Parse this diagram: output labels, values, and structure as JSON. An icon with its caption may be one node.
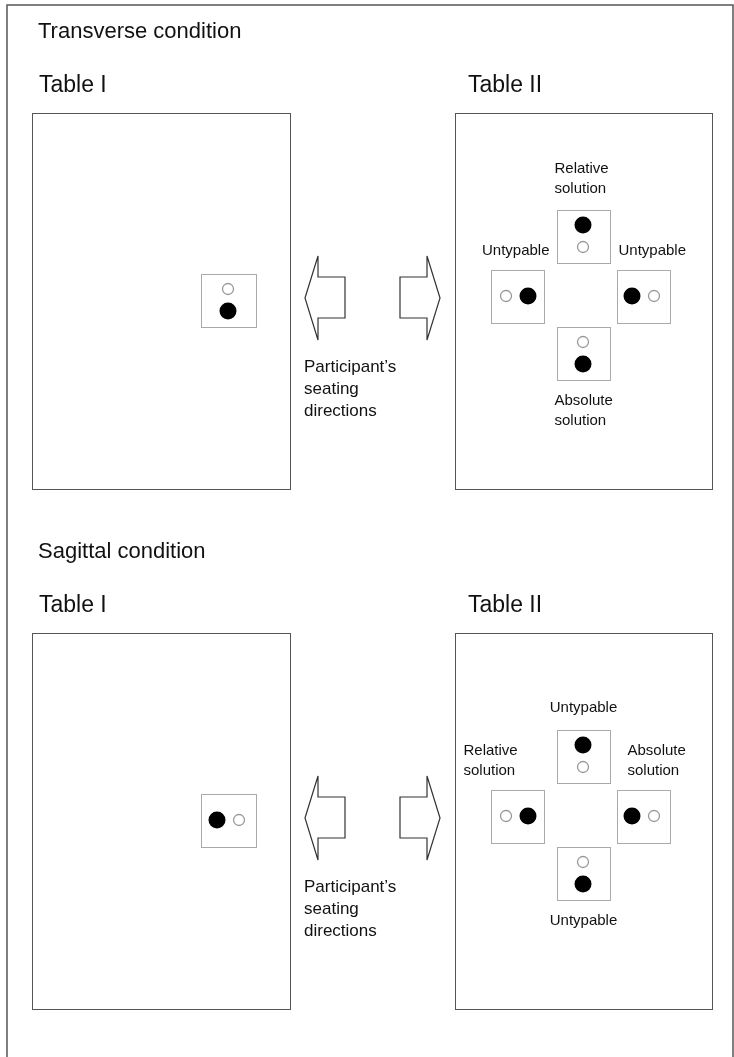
{
  "diagram": {
    "nodes": [
      {
        "text": [
          "Table I"
        ]
      },
      {
        "text": [
          "Table II"
        ]
      },
      {
        "text": [],
        "shape": "box",
        "in": 0
      },
      {
        "text": [],
        "shape": "box",
        "in": 1,
        "beside": [
          "Relative solution"
        ]
      },
      {
        "text": [],
        "shape": "box",
        "in": 1,
        "beside": [
          "Untypable"
        ]
      },
      {
        "text": [],
        "shape": "box",
        "in": 1,
        "beside": [
          "Untypable"
        ]
      },
      {
        "text": [],
        "shape": "box",
        "in": 1,
        "beside": [
          "Absolute solution"
        ]
      },
      {
        "text": [
          "Table I"
        ]
      },
      {
        "text": [
          "Table II"
        ]
      },
      {
        "text": [],
        "shape": "box",
        "in": 7
      },
      {
        "text": [],
        "shape": "box",
        "in": 8,
        "beside": [
          "Untypable"
        ]
      },
      {
        "text": [],
        "shape": "box",
        "in": 8,
        "beside": [
          "Relative solution"
        ]
      },
      {
        "text": [],
        "shape": "box",
        "in": 8,
        "beside": [
          "Absolute solution"
        ]
      },
      {
        "text": [],
        "shape": "box",
        "in": 8,
        "beside": [
          "Untypable"
        ]
      }
    ],
    "labels": [
      "Transverse condition",
      "Participant’s seating directions",
      "Sagittal condition",
      "Participant’s seating directions"
    ]
  }
}
